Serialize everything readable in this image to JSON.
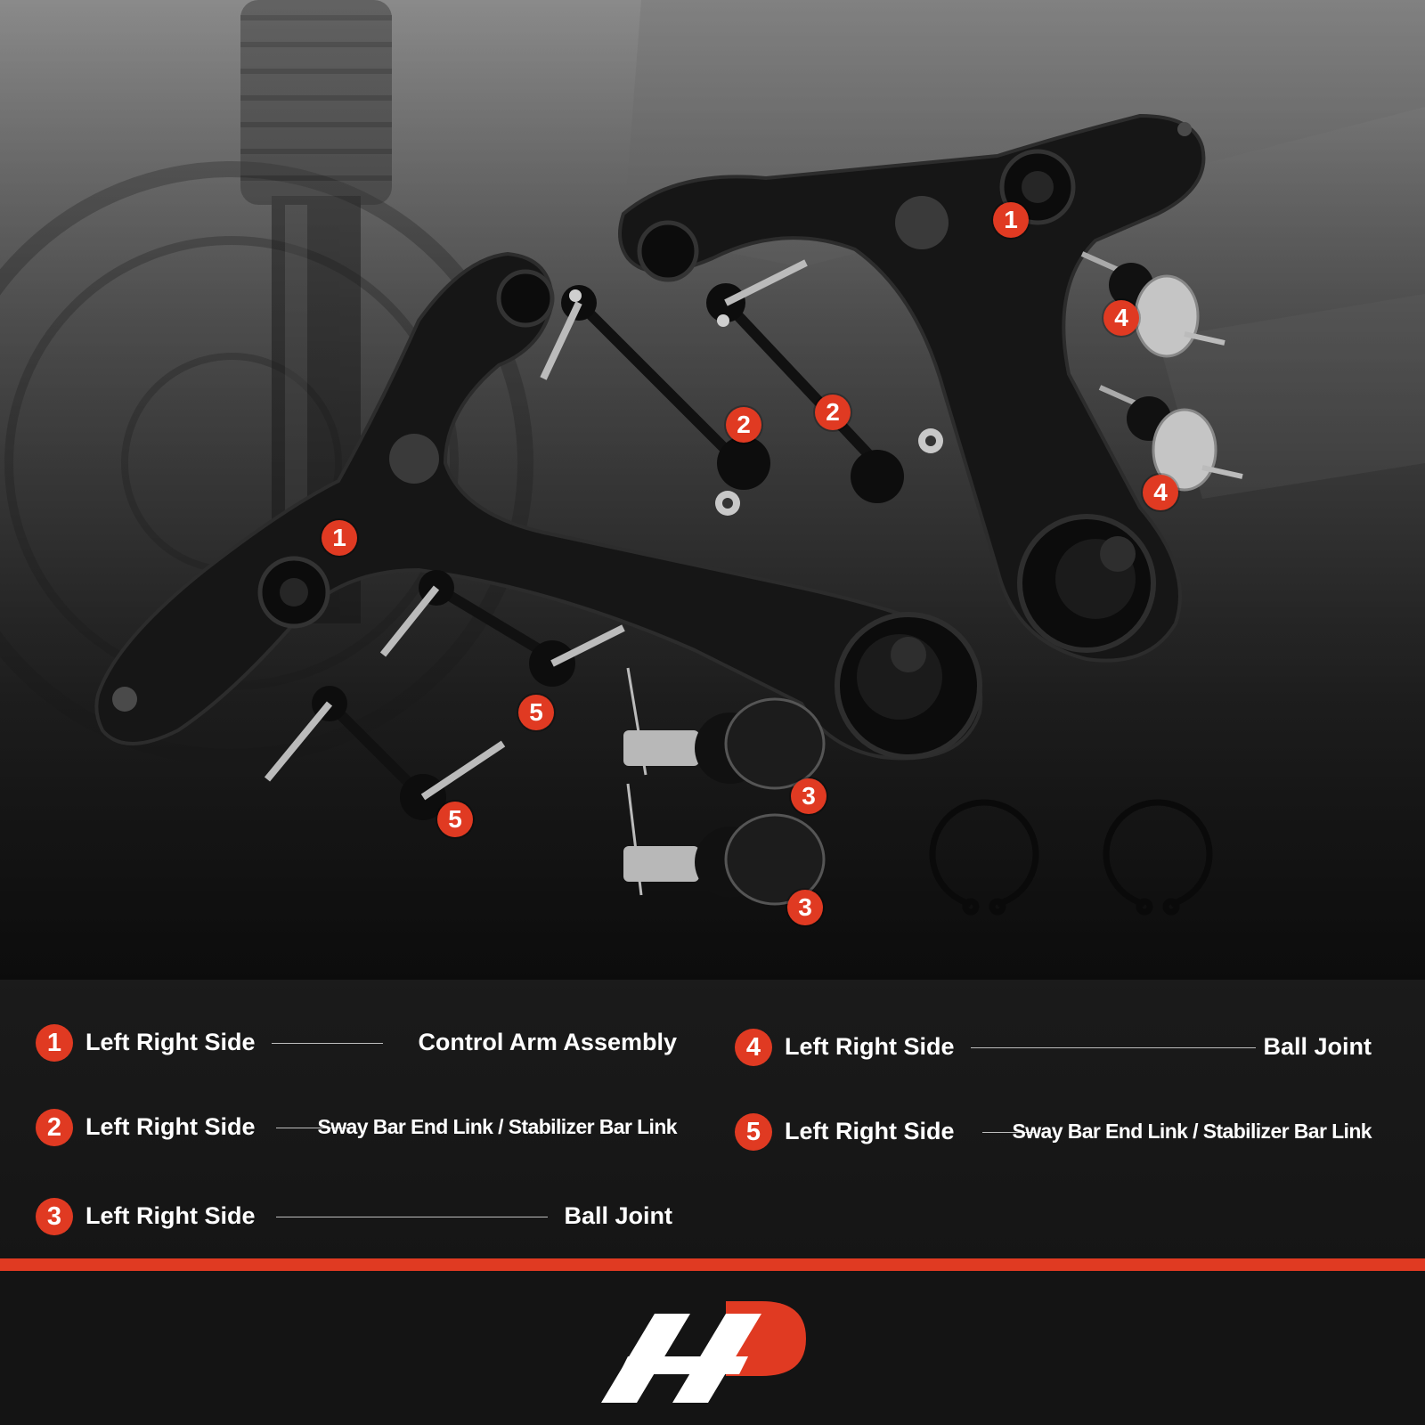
{
  "colors": {
    "accent": "#e03a22",
    "text": "#ffffff",
    "footer_bg": "#141414"
  },
  "callouts": [
    "1",
    "1",
    "2",
    "2",
    "3",
    "3",
    "4",
    "4",
    "5",
    "5"
  ],
  "legend": [
    {
      "number": "1",
      "side": "Left Right Side",
      "part": "Control Arm Assembly"
    },
    {
      "number": "2",
      "side": "Left Right Side",
      "part": "Sway Bar End Link / Stabilizer Bar Link"
    },
    {
      "number": "3",
      "side": "Left Right Side",
      "part": "Ball Joint"
    },
    {
      "number": "4",
      "side": "Left Right Side",
      "part": "Ball Joint"
    },
    {
      "number": "5",
      "side": "Left Right Side",
      "part": "Sway Bar End Link / Stabilizer Bar Link"
    }
  ],
  "brand_logo": "AP-logo-icon"
}
